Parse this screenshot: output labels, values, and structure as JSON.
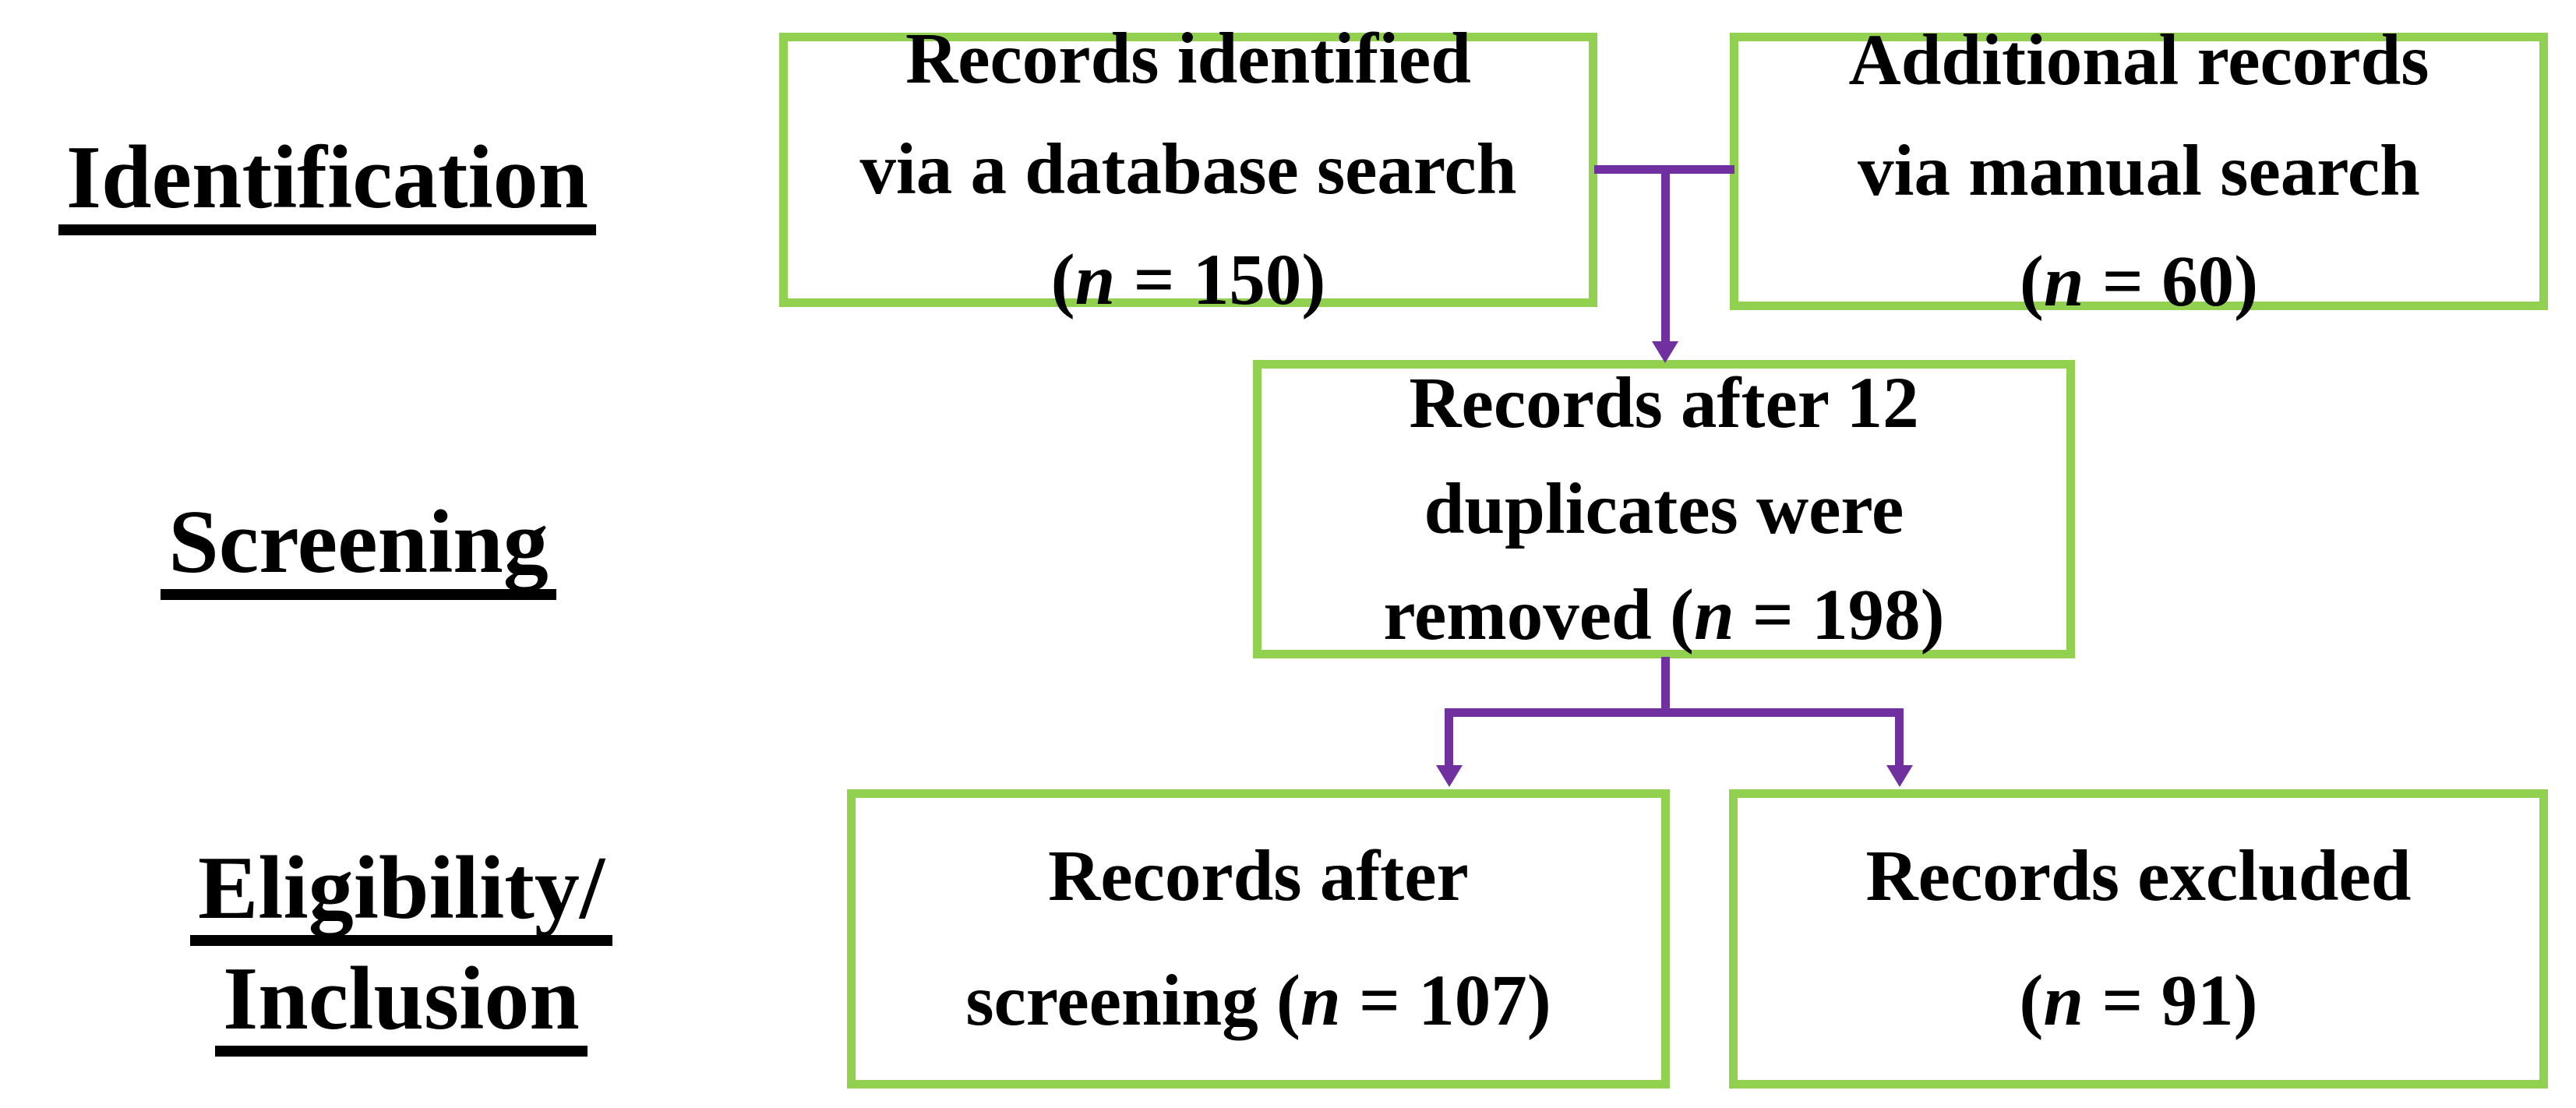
{
  "stage_labels": {
    "identification": "Identification",
    "screening": "Screening",
    "eligibility_line1": "Eligibility/",
    "eligibility_line2": "Inclusion"
  },
  "boxes": {
    "identified": {
      "lines": [
        "Records identified",
        "via a database search",
        "(n = 150)"
      ]
    },
    "additional": {
      "lines": [
        "Additional records",
        "via manual search",
        "(n = 60)"
      ]
    },
    "deduplicated": {
      "lines": [
        "Records after 12",
        "duplicates were",
        "removed (n = 198)"
      ]
    },
    "screened": {
      "lines": [
        "Records after",
        "screening (n = 107)"
      ]
    },
    "excluded": {
      "lines": [
        "Records excluded",
        "(n = 91)"
      ]
    }
  },
  "counts": {
    "records_identified_database": 150,
    "additional_records_manual": 60,
    "duplicates_removed": 12,
    "records_after_deduplication": 198,
    "records_after_screening": 107,
    "records_excluded": 91
  },
  "colors": {
    "box_border": "#92d050",
    "connector": "#7030a0",
    "text": "#000000",
    "background": "#ffffff"
  }
}
